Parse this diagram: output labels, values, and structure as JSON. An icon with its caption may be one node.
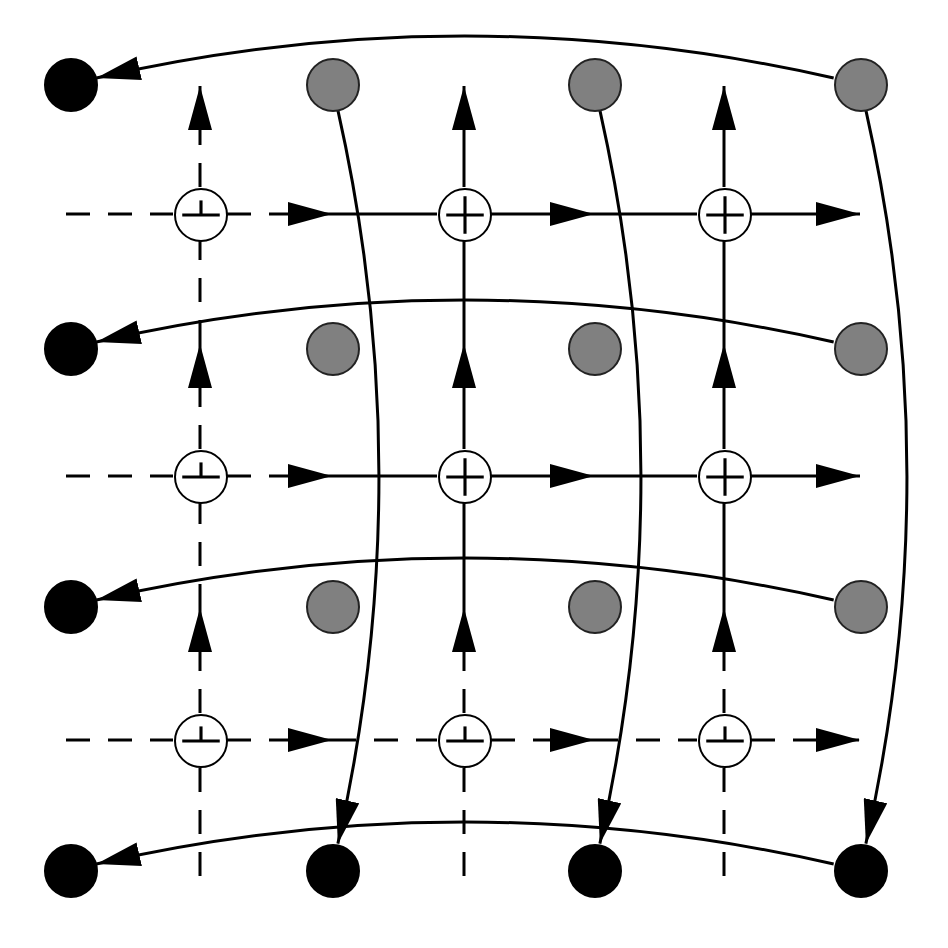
{
  "diagram": {
    "nodes": [
      {
        "text": [],
        "shape": "circle"
      },
      {
        "text": [],
        "shape": "circle"
      },
      {
        "text": [],
        "shape": "circle"
      },
      {
        "text": [],
        "shape": "circle"
      },
      {
        "text": [],
        "shape": "circle"
      },
      {
        "text": [],
        "shape": "circle"
      },
      {
        "text": [],
        "shape": "circle"
      },
      {
        "text": [],
        "shape": "circle"
      },
      {
        "text": [],
        "shape": "circle"
      },
      {
        "text": [],
        "shape": "circle"
      },
      {
        "text": [],
        "shape": "circle"
      },
      {
        "text": [],
        "shape": "circle"
      },
      {
        "text": [],
        "shape": "circle"
      },
      {
        "text": [],
        "shape": "circle"
      },
      {
        "text": [],
        "shape": "circle"
      },
      {
        "text": [],
        "shape": "circle"
      },
      {
        "text": [],
        "shape": "circle"
      },
      {
        "text": [],
        "shape": "circle"
      },
      {
        "text": [],
        "shape": "circle"
      },
      {
        "text": [],
        "shape": "circle"
      },
      {
        "text": [],
        "shape": "circle"
      },
      {
        "text": [],
        "shape": "circle"
      },
      {
        "text": [],
        "shape": "circle"
      },
      {
        "text": [],
        "shape": "circle"
      },
      {
        "text": [],
        "shape": "circle"
      }
    ],
    "edges": [
      {
        "from": 3,
        "to": 0,
        "arrow": "to"
      },
      {
        "from": 10,
        "to": 7,
        "arrow": "to"
      },
      {
        "from": 17,
        "to": 14,
        "arrow": "to"
      },
      {
        "from": 24,
        "to": 21,
        "arrow": "to"
      },
      {
        "from": 1,
        "to": 22,
        "arrow": "to"
      },
      {
        "from": 2,
        "to": 23,
        "arrow": "to"
      },
      {
        "from": 3,
        "to": 24,
        "arrow": "to"
      },
      {
        "from": null,
        "to": 4,
        "arrow": "none",
        "style": "dashed"
      },
      {
        "from": 4,
        "to": null,
        "arrow": "to",
        "style": "dashed"
      },
      {
        "from": null,
        "to": 5,
        "arrow": "none"
      },
      {
        "from": 5,
        "to": null,
        "arrow": "to"
      },
      {
        "from": null,
        "to": 6,
        "arrow": "none"
      },
      {
        "from": 6,
        "to": null,
        "arrow": "to"
      },
      {
        "from": null,
        "to": 11,
        "arrow": "none",
        "style": "dashed"
      },
      {
        "from": 11,
        "to": null,
        "arrow": "to",
        "style": "dashed"
      },
      {
        "from": null,
        "to": 12,
        "arrow": "none"
      },
      {
        "from": 12,
        "to": null,
        "arrow": "to"
      },
      {
        "from": null,
        "to": 13,
        "arrow": "none"
      },
      {
        "from": 13,
        "to": null,
        "arrow": "to"
      },
      {
        "from": null,
        "to": 18,
        "arrow": "none",
        "style": "dashed"
      },
      {
        "from": 18,
        "to": null,
        "arrow": "to",
        "style": "dashed"
      },
      {
        "from": null,
        "to": 19,
        "arrow": "none",
        "style": "dashed"
      },
      {
        "from": 19,
        "to": null,
        "arrow": "to",
        "style": "dashed"
      },
      {
        "from": null,
        "to": 20,
        "arrow": "none",
        "style": "dashed"
      },
      {
        "from": 20,
        "to": null,
        "arrow": "to",
        "style": "dashed"
      },
      {
        "from": null,
        "to": 18,
        "arrow": "none",
        "style": "dashed"
      },
      {
        "from": 18,
        "to": null,
        "arrow": "to",
        "style": "dashed"
      },
      {
        "from": null,
        "to": 11,
        "arrow": "none",
        "style": "dashed"
      },
      {
        "from": 11,
        "to": null,
        "arrow": "to",
        "style": "dashed"
      },
      {
        "from": null,
        "to": 4,
        "arrow": "none",
        "style": "dashed"
      },
      {
        "from": 4,
        "to": null,
        "arrow": "to",
        "style": "dashed"
      },
      {
        "from": null,
        "to": 19,
        "arrow": "none",
        "style": "dashed"
      },
      {
        "from": 19,
        "to": null,
        "arrow": "to",
        "style": "dashed"
      },
      {
        "from": null,
        "to": 12,
        "arrow": "none"
      },
      {
        "from": 12,
        "to": null,
        "arrow": "to"
      },
      {
        "from": null,
        "to": 5,
        "arrow": "none"
      },
      {
        "from": 5,
        "to": null,
        "arrow": "to"
      },
      {
        "from": null,
        "to": 20,
        "arrow": "none",
        "style": "dashed"
      },
      {
        "from": 20,
        "to": null,
        "arrow": "to",
        "style": "dashed"
      },
      {
        "from": null,
        "to": 13,
        "arrow": "none"
      },
      {
        "from": 13,
        "to": null,
        "arrow": "to"
      },
      {
        "from": null,
        "to": 6,
        "arrow": "none"
      },
      {
        "from": 6,
        "to": null,
        "arrow": "to"
      }
    ]
  }
}
